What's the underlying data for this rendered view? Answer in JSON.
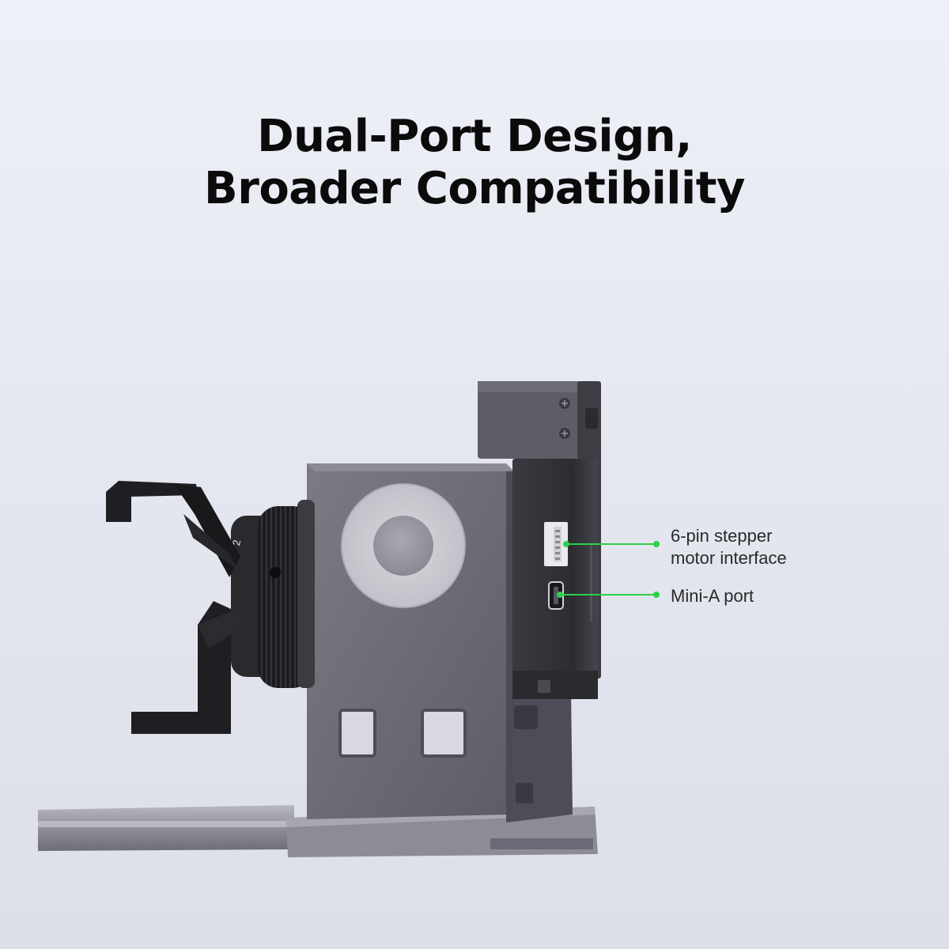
{
  "headline": {
    "line1": "Dual-Port Design,",
    "line2": "Broader Compatibility"
  },
  "product": {
    "name": "rotary-roller-module",
    "chuck_marking": "2"
  },
  "callouts": [
    {
      "label_line1": "6-pin stepper",
      "label_line2": "motor interface"
    },
    {
      "label_line1": "Mini-A port",
      "label_line2": ""
    }
  ],
  "colors": {
    "callout_accent": "#2bd04a",
    "body_metal": "#6f6c78",
    "dark_housing": "#2f2f33",
    "headline_text": "#0b0b0b"
  }
}
